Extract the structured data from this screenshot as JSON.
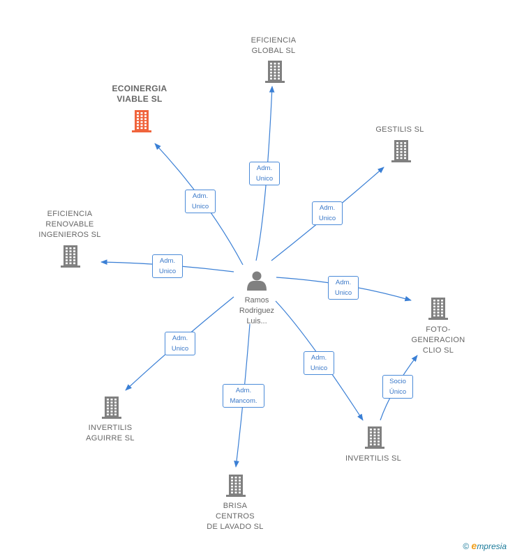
{
  "center": {
    "name": "Ramos\nRodriguez\nLuis..."
  },
  "companies": [
    {
      "id": "eficiencia-global",
      "name": "EFICIENCIA\nGLOBAL SL",
      "highlight": false
    },
    {
      "id": "ecoinergia",
      "name": "ECOINERGIA\nVIABLE SL",
      "highlight": true
    },
    {
      "id": "gestilis",
      "name": "GESTILIS SL",
      "highlight": false
    },
    {
      "id": "eficiencia-renovable",
      "name": "EFICIENCIA\nRENOVABLE\nINGENIEROS SL",
      "highlight": false
    },
    {
      "id": "foto-generacion",
      "name": "FOTO-\nGENERACION\nCLIO SL",
      "highlight": false
    },
    {
      "id": "invertilis-aguirre",
      "name": "INVERTILIS\nAGUIRRE SL",
      "highlight": false
    },
    {
      "id": "brisa",
      "name": "BRISA\nCENTROS\nDE LAVADO SL",
      "highlight": false
    },
    {
      "id": "invertilis",
      "name": "INVERTILIS SL",
      "highlight": false
    }
  ],
  "edges": [
    {
      "from": "center",
      "to": "eficiencia-global",
      "label": "Adm.\nUnico"
    },
    {
      "from": "center",
      "to": "ecoinergia",
      "label": "Adm.\nUnico"
    },
    {
      "from": "center",
      "to": "gestilis",
      "label": "Adm.\nUnico"
    },
    {
      "from": "center",
      "to": "eficiencia-renovable",
      "label": "Adm.\nUnico"
    },
    {
      "from": "center",
      "to": "foto-generacion",
      "label": "Adm.\nUnico"
    },
    {
      "from": "center",
      "to": "invertilis-aguirre",
      "label": "Adm.\nUnico"
    },
    {
      "from": "center",
      "to": "brisa",
      "label": "Adm.\nMancom."
    },
    {
      "from": "center",
      "to": "invertilis",
      "label": "Adm.\nUnico"
    },
    {
      "from": "invertilis",
      "to": "foto-generacion",
      "label": "Socio\nÚnico"
    }
  ],
  "colors": {
    "building": "#808080",
    "building_highlight": "#f0643c",
    "edge": "#3a7fd5",
    "person": "#808080"
  },
  "footer": {
    "copyright": "©",
    "brand_first": "e",
    "brand_rest": "mpresia"
  }
}
